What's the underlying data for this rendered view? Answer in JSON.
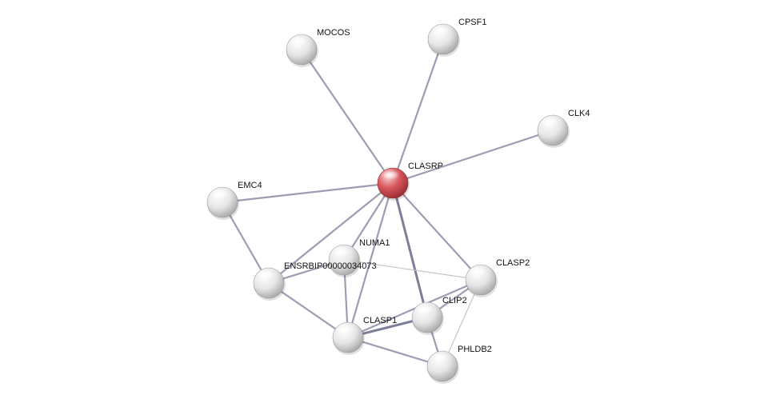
{
  "colors": {
    "query_node": "#d9585e",
    "node": "#e2e2e2",
    "edge_strong": "#7d7f98",
    "edge_medium": "#9b9db2",
    "edge_weak": "#c4c5cf"
  },
  "network": {
    "nodes": [
      {
        "id": "CLASRP",
        "label": "CLASRP",
        "query": true
      },
      {
        "id": "MOCOS",
        "label": "MOCOS"
      },
      {
        "id": "CPSF1",
        "label": "CPSF1"
      },
      {
        "id": "CLK4",
        "label": "CLK4"
      },
      {
        "id": "EMC4",
        "label": "EMC4"
      },
      {
        "id": "NUMA1",
        "label": "NUMA1"
      },
      {
        "id": "ENSRBIP",
        "label": "ENSRBIP00000034073"
      },
      {
        "id": "CLASP2",
        "label": "CLASP2"
      },
      {
        "id": "CLIP2",
        "label": "CLIP2"
      },
      {
        "id": "CLASP1",
        "label": "CLASP1"
      },
      {
        "id": "PHLDB2",
        "label": "PHLDB2"
      }
    ],
    "edges": [
      {
        "source": "CLASRP",
        "target": "MOCOS",
        "strength": "medium"
      },
      {
        "source": "CLASRP",
        "target": "CPSF1",
        "strength": "medium"
      },
      {
        "source": "CLASRP",
        "target": "CLK4",
        "strength": "medium"
      },
      {
        "source": "CLASRP",
        "target": "EMC4",
        "strength": "medium"
      },
      {
        "source": "CLASRP",
        "target": "ENSRBIP",
        "strength": "medium"
      },
      {
        "source": "CLASRP",
        "target": "NUMA1",
        "strength": "medium"
      },
      {
        "source": "CLASRP",
        "target": "CLASP1",
        "strength": "medium"
      },
      {
        "source": "CLASRP",
        "target": "CLIP2",
        "strength": "strong"
      },
      {
        "source": "CLASRP",
        "target": "CLASP2",
        "strength": "medium"
      },
      {
        "source": "EMC4",
        "target": "ENSRBIP",
        "strength": "medium"
      },
      {
        "source": "ENSRBIP",
        "target": "NUMA1",
        "strength": "medium"
      },
      {
        "source": "ENSRBIP",
        "target": "CLASP1",
        "strength": "medium"
      },
      {
        "source": "NUMA1",
        "target": "CLASP1",
        "strength": "medium"
      },
      {
        "source": "NUMA1",
        "target": "CLASP2",
        "strength": "weak"
      },
      {
        "source": "CLASP1",
        "target": "CLIP2",
        "strength": "strong"
      },
      {
        "source": "CLASP1",
        "target": "CLASP2",
        "strength": "medium"
      },
      {
        "source": "CLASP1",
        "target": "PHLDB2",
        "strength": "medium"
      },
      {
        "source": "CLIP2",
        "target": "CLASP2",
        "strength": "medium"
      },
      {
        "source": "CLIP2",
        "target": "PHLDB2",
        "strength": "medium"
      },
      {
        "source": "CLASP2",
        "target": "PHLDB2",
        "strength": "weak"
      }
    ]
  }
}
